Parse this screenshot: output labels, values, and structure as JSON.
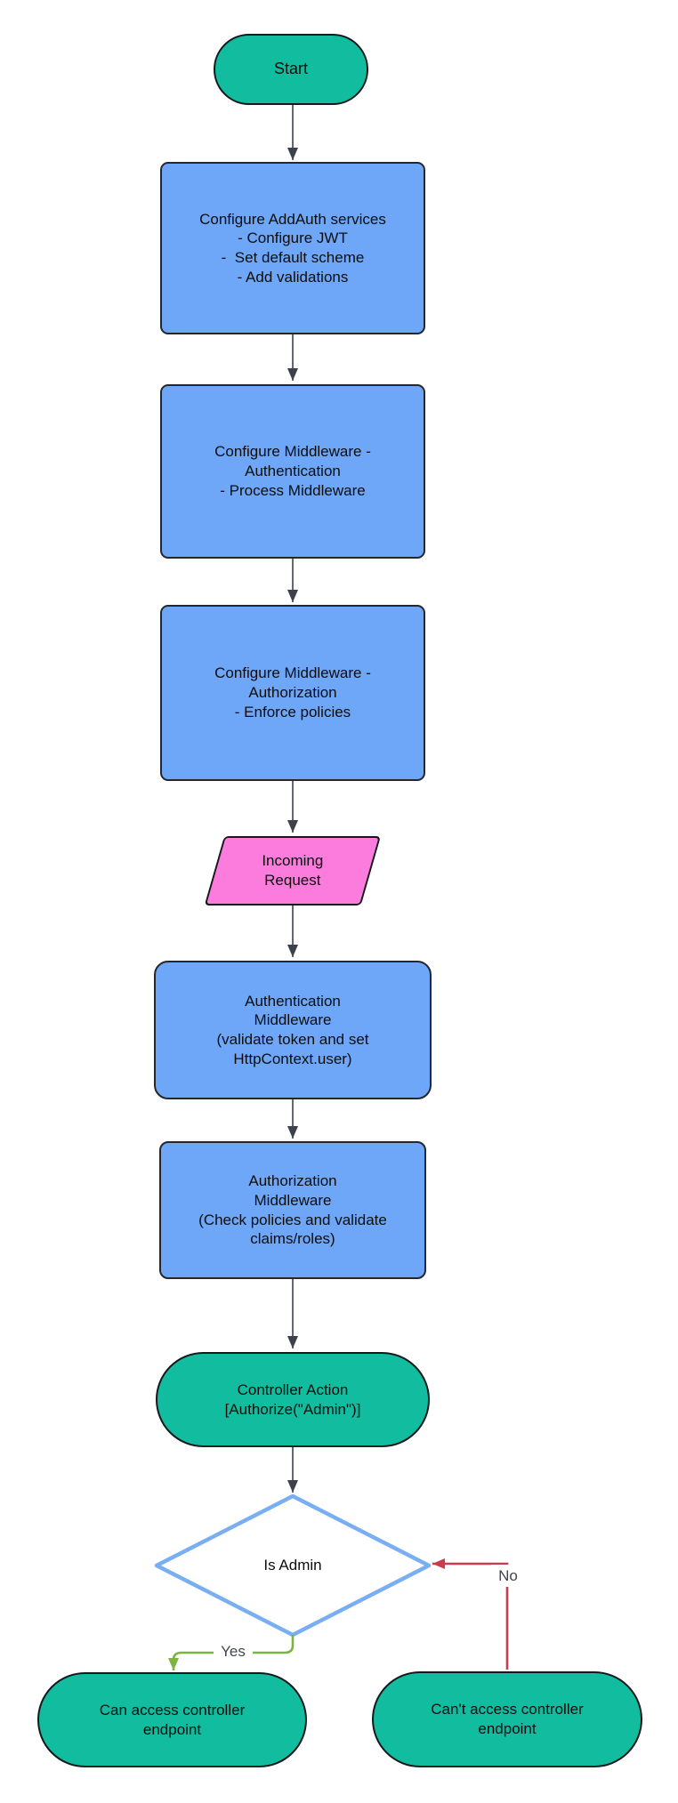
{
  "title": "JWT Authentication and Authorization middleware flowchart",
  "colors": {
    "teal": "#12BC9E",
    "blue": "#6EA7F7",
    "pink": "#FB7CDC",
    "diamond": "#79AEF3",
    "arrow": "#3C414B",
    "yes_green": "#7CB342",
    "no_red": "#CB3A4E"
  },
  "nodes": {
    "start": {
      "shape": "terminator",
      "text": "Start"
    },
    "configure_services": {
      "shape": "process",
      "text": "Configure AddAuth services\n- Configure JWT\n-  Set default scheme\n- Add validations"
    },
    "configure_mw_authentication": {
      "shape": "process",
      "text": "Configure Middleware -\nAuthentication\n- Process Middleware"
    },
    "configure_mw_authorization": {
      "shape": "process",
      "text": "Configure Middleware -\nAuthorization\n- Enforce policies"
    },
    "incoming_request": {
      "shape": "data",
      "text": "Incoming\nRequest"
    },
    "authentication_middleware": {
      "shape": "process",
      "text": "Authentication\nMiddleware\n(validate token and set\nHttpContext.user)"
    },
    "authorization_middleware": {
      "shape": "process",
      "text": "Authorization\nMiddleware\n(Check policies and validate\nclaims/roles)"
    },
    "controller_action": {
      "shape": "terminator",
      "text": "Controller Action\n[Authorize(\"Admin\")]"
    },
    "is_admin": {
      "shape": "decision",
      "text": "Is Admin"
    },
    "can_access": {
      "shape": "terminator",
      "text": "Can access controller\nendpoint"
    },
    "cant_access": {
      "shape": "terminator",
      "text": "Can't access controller\nendpoint"
    }
  },
  "edges": {
    "yes_label": "Yes",
    "no_label": "No",
    "connections": [
      {
        "from": "start",
        "to": "configure_services"
      },
      {
        "from": "configure_services",
        "to": "configure_mw_authentication"
      },
      {
        "from": "configure_mw_authentication",
        "to": "configure_mw_authorization"
      },
      {
        "from": "configure_mw_authorization",
        "to": "incoming_request"
      },
      {
        "from": "incoming_request",
        "to": "authentication_middleware"
      },
      {
        "from": "authentication_middleware",
        "to": "authorization_middleware"
      },
      {
        "from": "authorization_middleware",
        "to": "controller_action"
      },
      {
        "from": "controller_action",
        "to": "is_admin"
      },
      {
        "from": "is_admin",
        "to": "can_access",
        "label": "Yes",
        "color": "yes_green"
      },
      {
        "from": "is_admin",
        "to": "cant_access",
        "label": "No",
        "color": "no_red"
      }
    ]
  }
}
